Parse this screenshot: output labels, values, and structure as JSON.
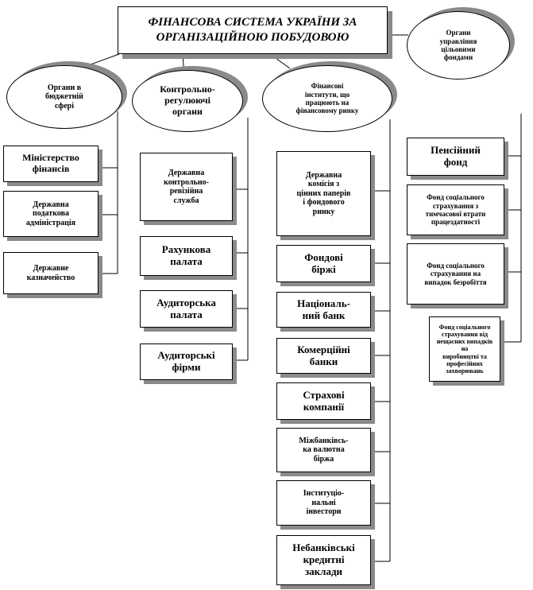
{
  "title": "ФІНАНСОВА СИСТЕМА УКРАЇНИ ЗА\nОРГАНІЗАЦІЙНОЮ ПОБУДОВОЮ",
  "groups": {
    "budget": "Органи в\nбюджетній\nсфері",
    "control": "Контрольно-\nрегулюючі\nоргани",
    "institutes": "Фінансові\nінститути, що\nпрацюють на\nфінансовому ринку",
    "funds": "Органи\nуправління\nцільовими\nфондами"
  },
  "budget_items": [
    "Міністерство\nфінансів",
    "Державна\nподаткова\nадміністрація",
    "Державне\nказначейство"
  ],
  "control_items": [
    "Державна\nконтрольно-\nревізійна\nслужба",
    "Рахункова\nпалата",
    "Аудиторська\nпалата",
    "Аудиторські\nфірми"
  ],
  "market_items": [
    "Державна\nкомісія з\nцінних паперів\nі фондового\nринку",
    "Фондові\nбіржі",
    "Національ-\nний банк",
    "Комерційні\nбанки",
    "Страхові\nкомпанії",
    "Міжбанківсь-\nка валютна\nбіржа",
    "Інституціо-\nнальні\nінвестори",
    "Небанківські\nкредитні\nзаклади"
  ],
  "fund_items": [
    "Пенсійний\nфонд",
    "Фонд соціального\nстрахування з\nтимчасової втрати\nпрацездатності",
    "Фонд соціального\nстрахування на\nвипадок безробіття",
    "Фонд соціального\nстрахування від\nнещасних випадків на\nвиробництві та\nпрофесійних\nзахворювань"
  ]
}
